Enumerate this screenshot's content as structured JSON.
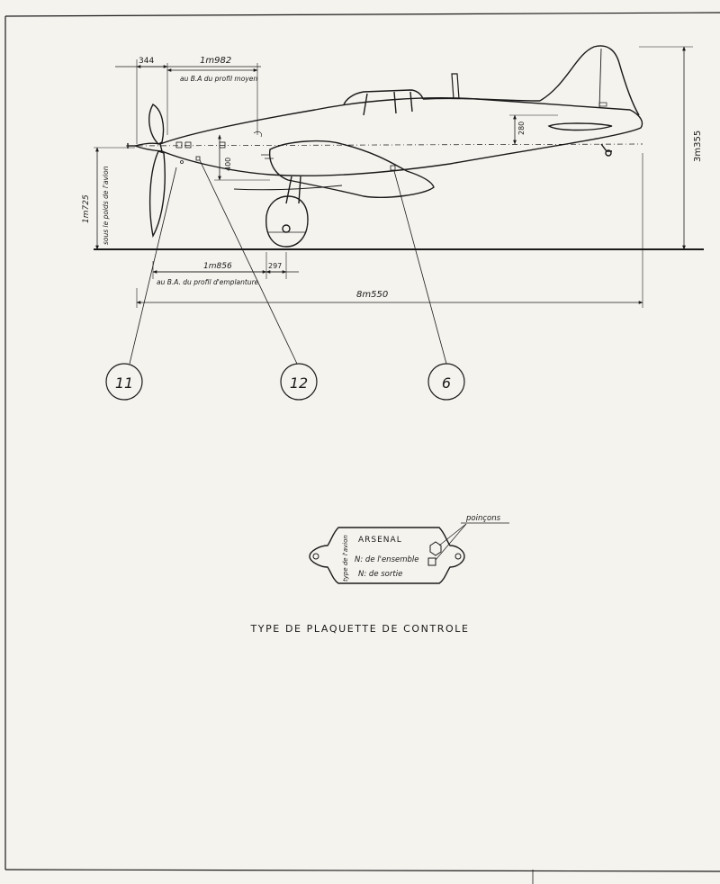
{
  "dimensions": {
    "d_344": "344",
    "d_1982": "1m982",
    "d_1982_note": "au B.A du profil moyen",
    "d_280": "280",
    "d_400": "400",
    "d_3355": "3m355",
    "d_1725": "1m725",
    "d_1725_note": "sous le poids de l'avion",
    "d_1856": "1m856",
    "d_297": "297",
    "d_1856_note": "au B.A. du profil d'emplanture",
    "d_8550": "8m550"
  },
  "callouts": [
    "11",
    "12",
    "6"
  ],
  "plate": {
    "title": "ARSENAL",
    "side_text": "type de l'avion",
    "line1": "N: de l'ensemble",
    "line2": "N: de sortie",
    "stamp_label": "poinçons"
  },
  "caption": "TYPE DE PLAQUETTE DE CONTROLE",
  "colors": {
    "ink": "#1a1a1a",
    "paper": "#f5f3ee"
  }
}
